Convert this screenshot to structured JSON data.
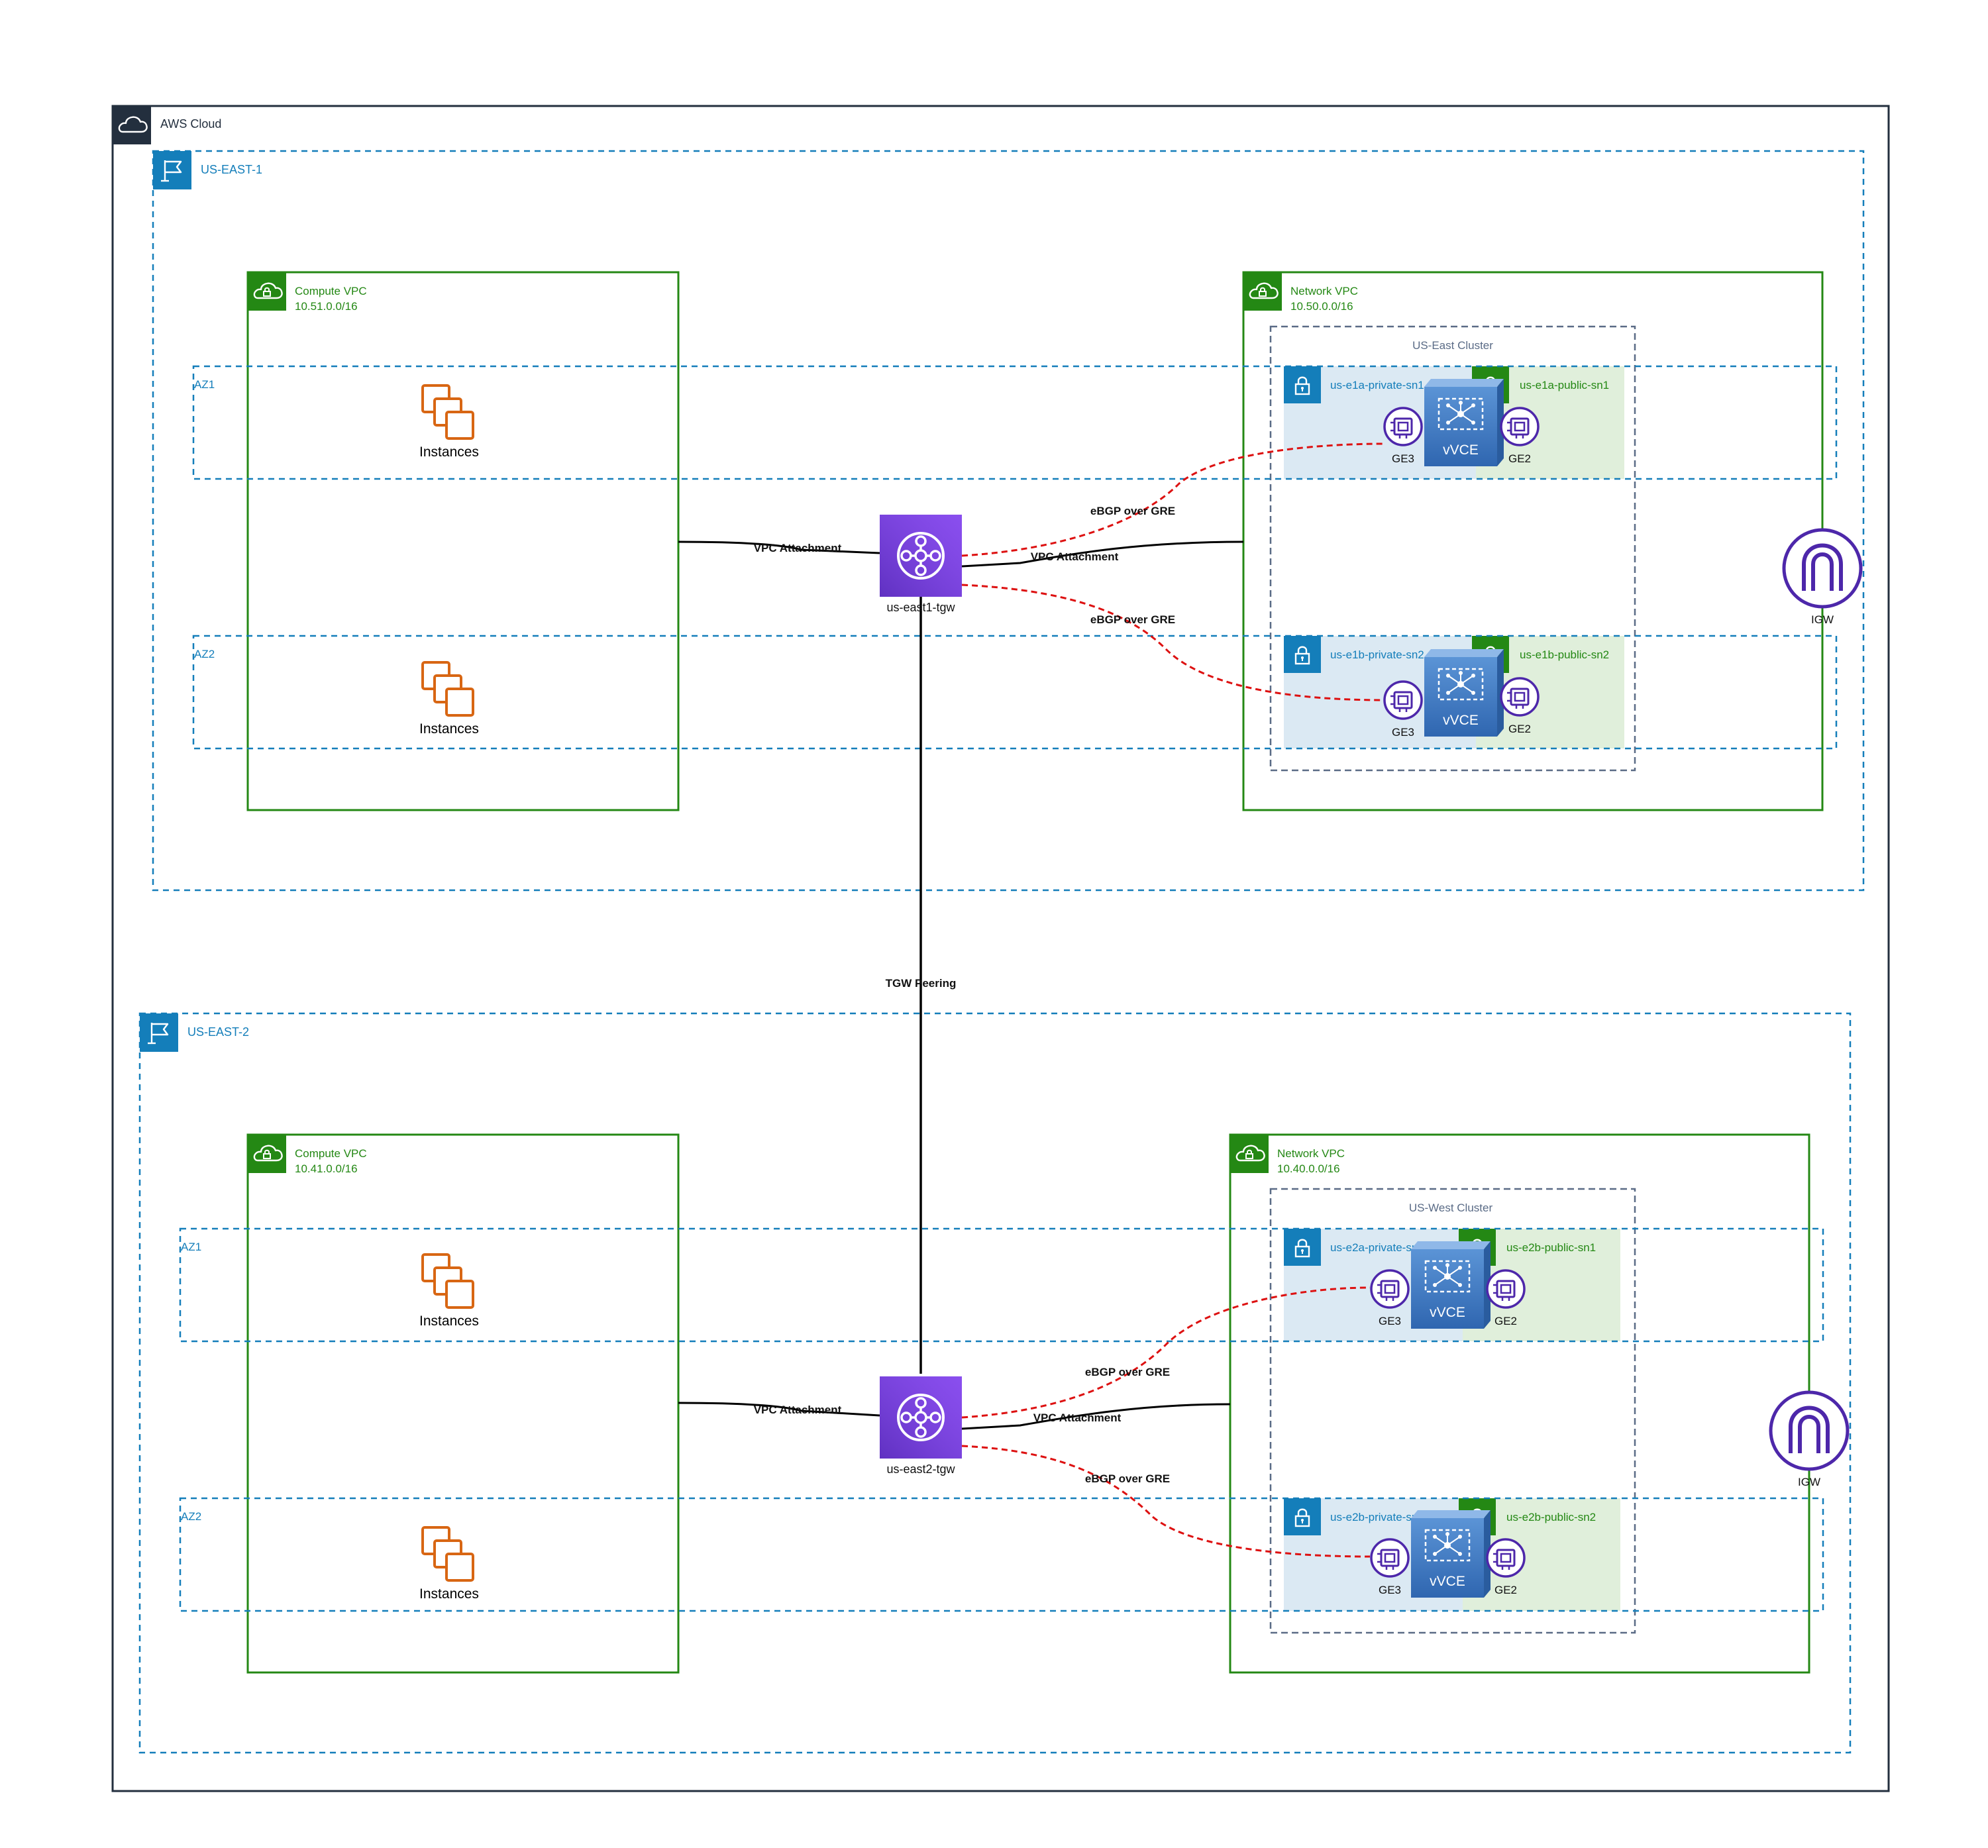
{
  "cloud": {
    "title": "AWS Cloud"
  },
  "regions": [
    {
      "name": "US-EAST-1",
      "compute_vpc": {
        "title": "Compute VPC",
        "cidr": "10.51.0.0/16"
      },
      "network_vpc": {
        "title": "Network VPC",
        "cidr": "10.50.0.0/16"
      },
      "cluster": "US-East Cluster",
      "az_labels": [
        "AZ1",
        "AZ2"
      ],
      "instances": [
        "Instances",
        "Instances"
      ],
      "subnets": [
        {
          "private": "us-e1a-private-sn1",
          "public": "us-e1a-public-sn1"
        },
        {
          "private": "us-e1b-private-sn2",
          "public": "us-e1b-public-sn2"
        }
      ],
      "tgw": "us-east1-tgw",
      "igw": "IGW"
    },
    {
      "name": "US-EAST-2",
      "compute_vpc": {
        "title": "Compute VPC",
        "cidr": "10.41.0.0/16"
      },
      "network_vpc": {
        "title": "Network VPC",
        "cidr": "10.40.0.0/16"
      },
      "cluster": "US-West Cluster",
      "az_labels": [
        "AZ1",
        "AZ2"
      ],
      "instances": [
        "Instances",
        "Instances"
      ],
      "subnets": [
        {
          "private": "us-e2a-private-sn1",
          "public": "us-e2b-public-sn1"
        },
        {
          "private": "us-e2b-private-sn2",
          "public": "us-e2b-public-sn2"
        }
      ],
      "tgw": "us-east2-tgw",
      "igw": "IGW"
    }
  ],
  "vce": {
    "label": "vVCE",
    "private_port": "GE3",
    "public_port": "GE2"
  },
  "links": {
    "vpc_attachment": "VPC Attachment",
    "ebgp": "eBGP over",
    "ebgp_bold": "GRE",
    "tgw_peering": "TGW Peering"
  },
  "colors": {
    "aws_dark": "#232f3e",
    "region_blue": "#147eba",
    "vpc_green": "#248814",
    "private_subnet_bg": "#dbe9f3",
    "public_subnet_bg": "#e0efdb",
    "instance_orange": "#d86613",
    "tgw_purple": "#7b3fe4",
    "igw_purple": "#4d27aa",
    "gre_red": "#dd1111"
  }
}
